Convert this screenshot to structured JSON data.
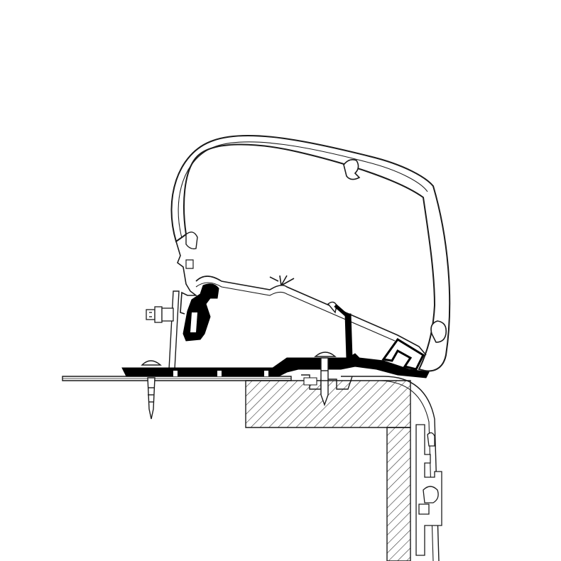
{
  "diagram": {
    "kind": "technical cross-section line drawing",
    "colors": {
      "background": "#ffffff",
      "outline": "#1a1a1a",
      "adapter_fill": "#000000",
      "hatch": "#333333",
      "profile_fill": "#ffffff"
    },
    "parts": [
      {
        "name": "awning-cassette-profile",
        "shown": true
      },
      {
        "name": "roof-adapter-rail",
        "shown": true
      },
      {
        "name": "mounting-bracket",
        "shown": true
      },
      {
        "name": "screw-fasteners",
        "count": 2
      },
      {
        "name": "vehicle-roof-wall-section",
        "shown": true
      },
      {
        "name": "corner-trim-profile",
        "shown": true
      }
    ],
    "labels": []
  }
}
